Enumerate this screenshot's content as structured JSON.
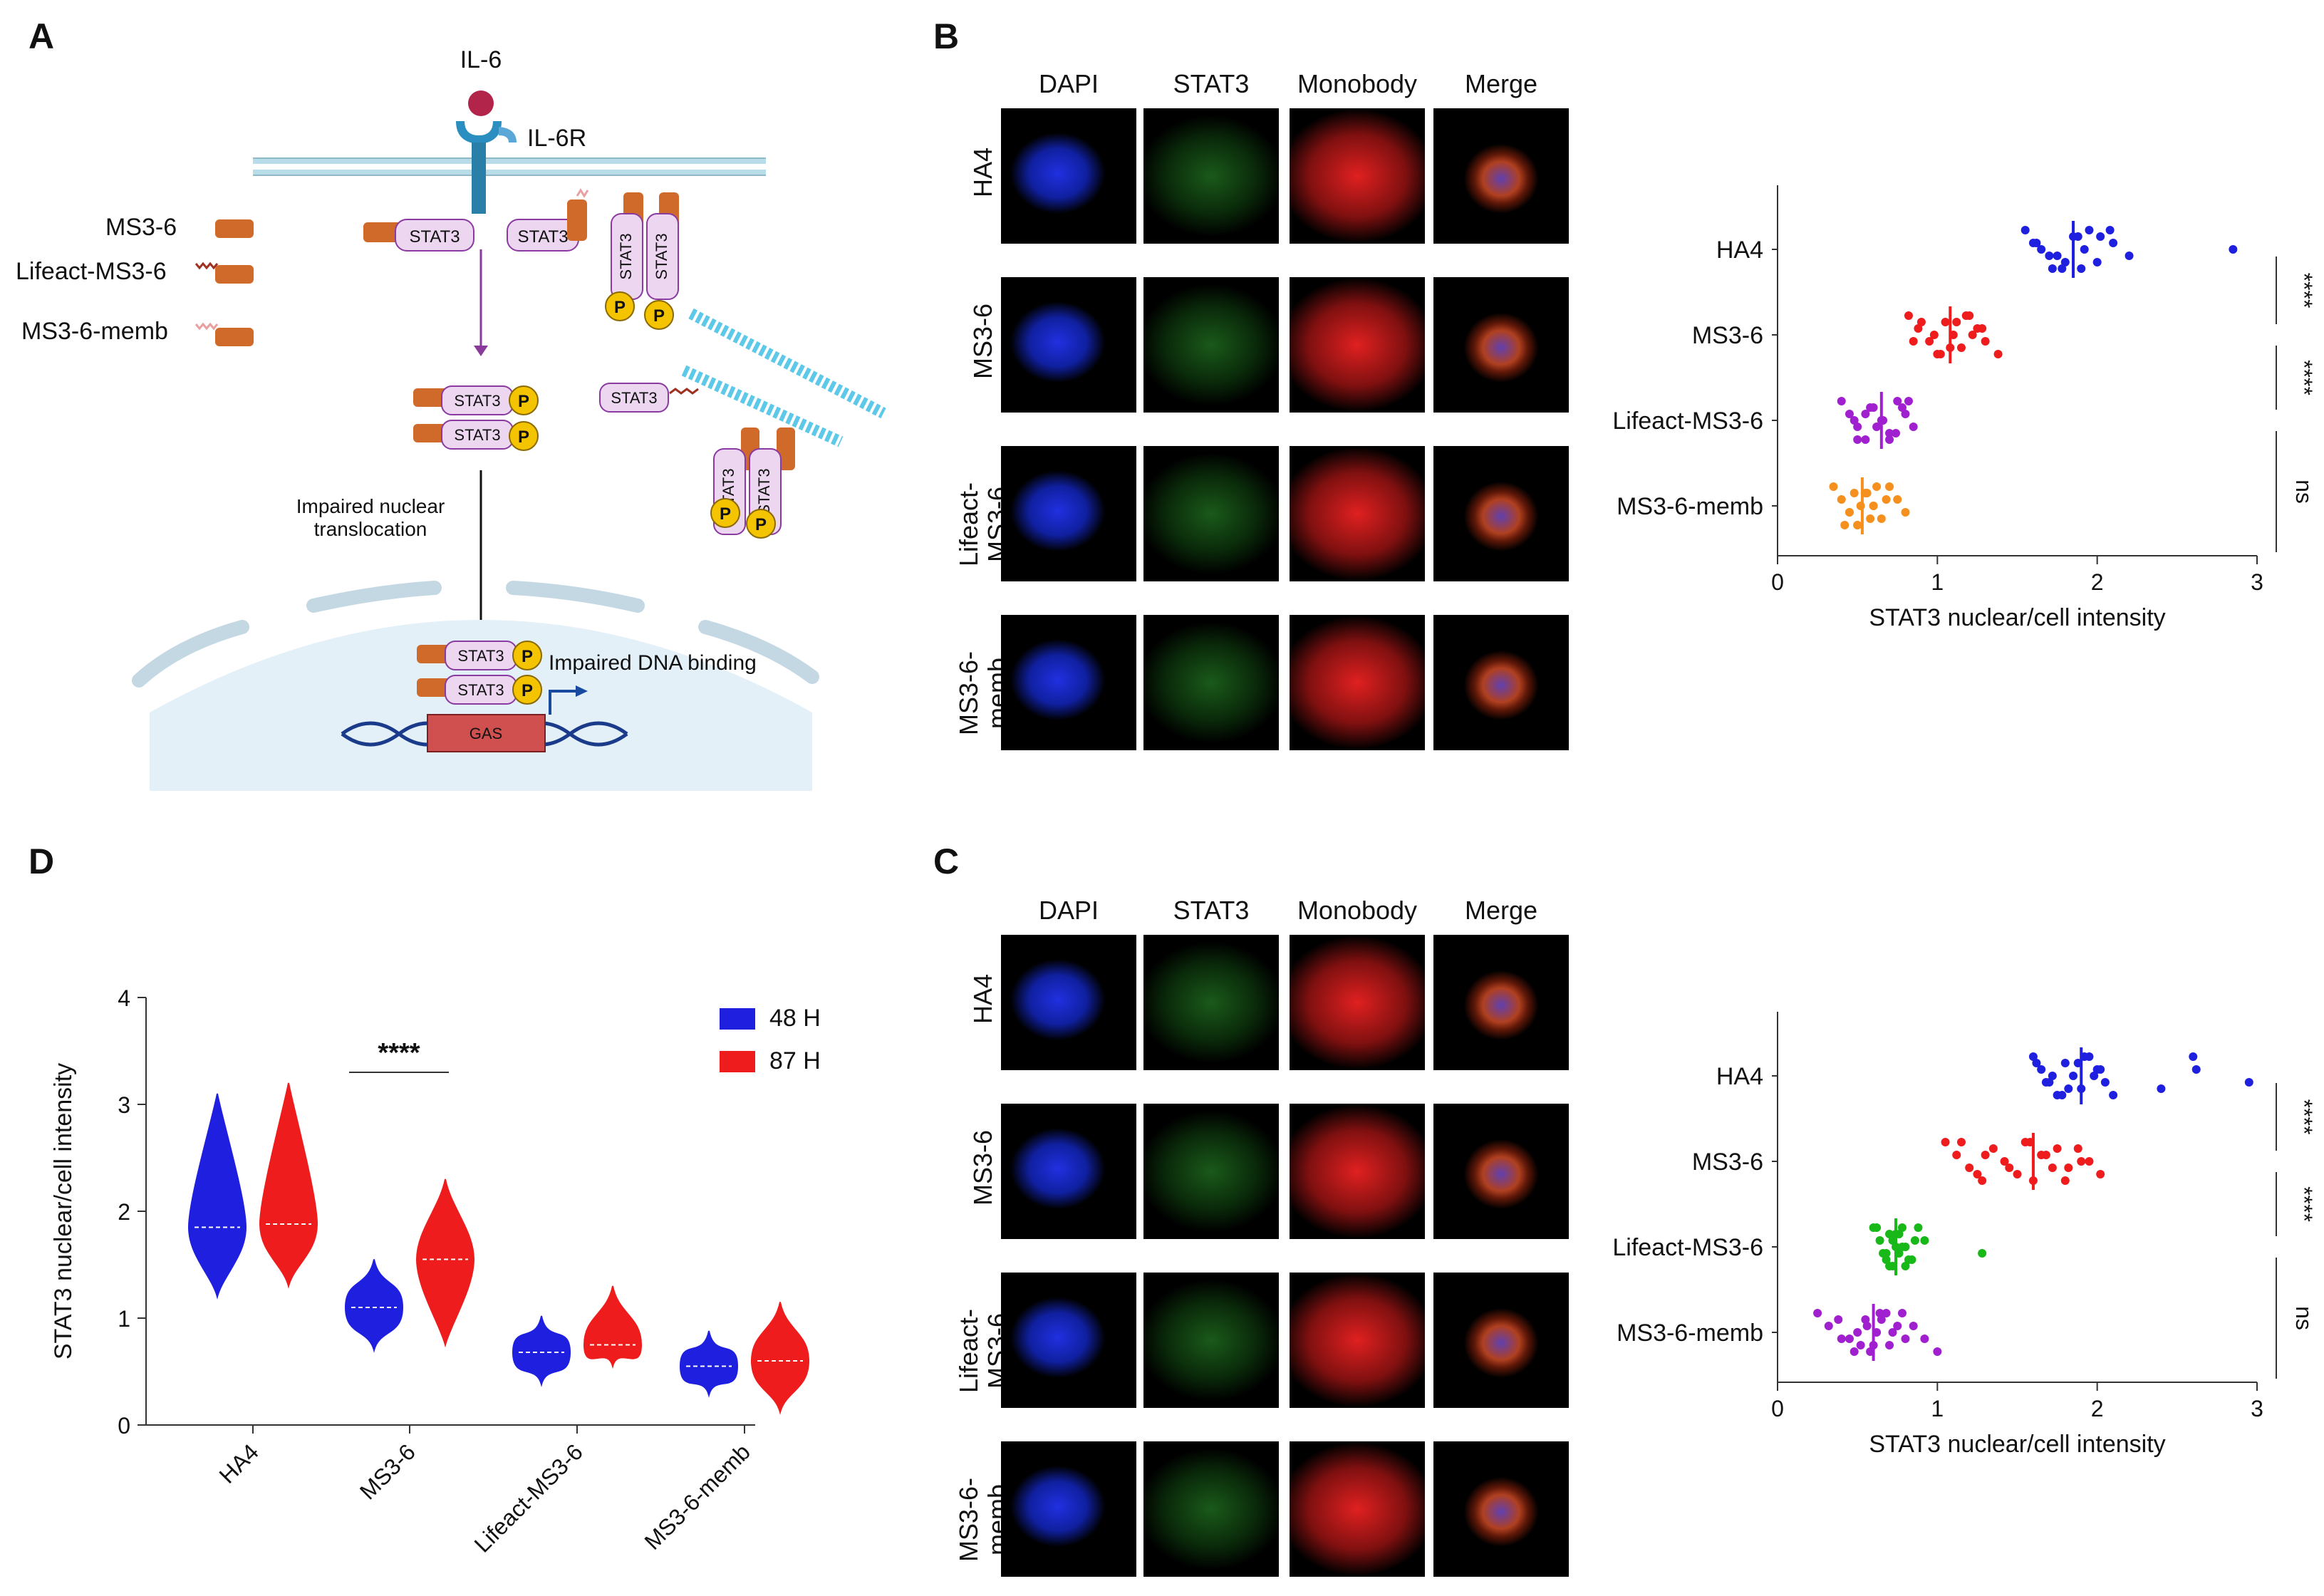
{
  "panels": {
    "A": "A",
    "B": "B",
    "C": "C",
    "D": "D"
  },
  "diagram_a": {
    "ligand": "IL-6",
    "receptor": "IL-6R",
    "legend": [
      "MS3-6",
      "Lifeact-MS3-6",
      "MS3-6-memb"
    ],
    "stat3": "STAT3",
    "phospho": "P",
    "impaired_translocation": "Impaired nuclear\ntranslocation",
    "impaired_dna": "Impaired DNA binding",
    "gas": "GAS"
  },
  "micrographs": {
    "channels": [
      "DAPI",
      "STAT3",
      "Monobody",
      "Merge"
    ],
    "rows_b": [
      "HA4",
      "MS3-6",
      "Lifeact-\nMS3-6",
      "MS3-6-\nmemb"
    ],
    "rows_c": [
      "HA4",
      "MS3-6",
      "Lifeact-\nMS3-6",
      "MS3-6-\nmemb"
    ]
  },
  "colors": {
    "HA4": "#1f1fe0",
    "MS3-6": "#ee1c1c",
    "Lifeact-MS3-6_B": "#a020d0",
    "MS3-6-memb_B": "#f5901e",
    "Lifeact-MS3-6_C": "#18b818",
    "MS3-6-memb_C": "#a020d0",
    "48H": "#1f1fe0",
    "87H": "#ee1c1c"
  },
  "chart_data": [
    {
      "id": "B_scatter",
      "type": "scatter",
      "xlabel": "STAT3 nuclear/cell intensity",
      "xlim": [
        0,
        3
      ],
      "xticks": [
        "0",
        "1",
        "2",
        "3"
      ],
      "categories": [
        "HA4",
        "MS3-6",
        "Lifeact-MS3-6",
        "MS3-6-memb"
      ],
      "series": [
        {
          "values": [
            1.55,
            1.62,
            1.7,
            1.78,
            1.85,
            1.92,
            2.0,
            2.08,
            1.6,
            1.75,
            1.9,
            2.02,
            1.65,
            1.8,
            1.95,
            2.1,
            2.2,
            1.72,
            1.88,
            2.85
          ],
          "median": 1.85
        },
        {
          "values": [
            0.82,
            0.88,
            0.95,
            1.0,
            1.05,
            1.1,
            1.15,
            1.2,
            1.25,
            1.3,
            1.38,
            0.9,
            0.98,
            1.08,
            1.18,
            1.28,
            0.85,
            1.02,
            1.12,
            1.22
          ],
          "median": 1.08
        },
        {
          "values": [
            0.4,
            0.45,
            0.5,
            0.55,
            0.6,
            0.65,
            0.7,
            0.75,
            0.8,
            0.85,
            0.5,
            0.58,
            0.66,
            0.74,
            0.82,
            0.55,
            0.62,
            0.7,
            0.78,
            0.48
          ],
          "median": 0.65
        },
        {
          "values": [
            0.35,
            0.4,
            0.45,
            0.5,
            0.55,
            0.6,
            0.65,
            0.7,
            0.75,
            0.8,
            0.42,
            0.48,
            0.52,
            0.58,
            0.62,
            0.68,
            0.45,
            0.5,
            0.56,
            0.6
          ],
          "median": 0.53
        }
      ],
      "significance": [
        "****",
        "****",
        "ns"
      ]
    },
    {
      "id": "C_scatter",
      "type": "scatter",
      "xlabel": "STAT3 nuclear/cell intensity",
      "xlim": [
        0,
        3
      ],
      "xticks": [
        "0",
        "1",
        "2",
        "3"
      ],
      "categories": [
        "HA4",
        "MS3-6",
        "Lifeact-MS3-6",
        "MS3-6-memb"
      ],
      "series": [
        {
          "values": [
            1.6,
            1.65,
            1.7,
            1.75,
            1.8,
            1.85,
            1.9,
            1.95,
            2.0,
            2.05,
            2.1,
            1.62,
            1.72,
            1.82,
            1.92,
            2.02,
            1.68,
            1.78,
            1.88,
            1.98,
            2.4,
            2.6,
            2.62,
            2.95
          ],
          "median": 1.9
        },
        {
          "values": [
            1.05,
            1.12,
            1.2,
            1.28,
            1.35,
            1.42,
            1.5,
            1.58,
            1.65,
            1.72,
            1.8,
            1.88,
            1.95,
            2.02,
            1.15,
            1.3,
            1.45,
            1.6,
            1.75,
            1.9,
            1.25,
            1.55,
            1.68,
            1.82
          ],
          "median": 1.6
        },
        {
          "values": [
            0.6,
            0.64,
            0.68,
            0.72,
            0.76,
            0.8,
            0.84,
            0.88,
            0.92,
            0.66,
            0.7,
            0.74,
            0.78,
            0.82,
            0.62,
            0.72,
            0.76,
            0.8,
            0.7,
            0.74,
            0.68,
            0.78,
            0.86,
            1.28
          ],
          "median": 0.74
        },
        {
          "values": [
            0.25,
            0.32,
            0.4,
            0.48,
            0.55,
            0.62,
            0.7,
            0.78,
            0.85,
            0.92,
            1.0,
            0.38,
            0.5,
            0.6,
            0.68,
            0.75,
            0.45,
            0.58,
            0.65,
            0.72,
            0.52,
            0.64,
            0.56,
            0.8
          ],
          "median": 0.6
        }
      ],
      "significance": [
        "****",
        "****",
        "ns"
      ]
    },
    {
      "id": "D_violin",
      "type": "violin",
      "ylabel": "STAT3 nuclear/cell intensity",
      "ylim": [
        0,
        4
      ],
      "yticks": [
        "0",
        "1",
        "2",
        "3",
        "4"
      ],
      "categories": [
        "HA4",
        "MS3-6",
        "Lifeact-MS3-6",
        "MS3-6-memb"
      ],
      "series": [
        {
          "name": "48 H",
          "min": [
            1.2,
            0.7,
            0.38,
            0.28
          ],
          "max": [
            3.1,
            1.55,
            1.02,
            0.88
          ],
          "median": [
            1.85,
            1.1,
            0.68,
            0.55
          ]
        },
        {
          "name": "87 H",
          "min": [
            1.3,
            0.75,
            0.55,
            0.12
          ],
          "max": [
            3.2,
            2.3,
            1.3,
            1.15
          ],
          "median": [
            1.88,
            1.55,
            0.75,
            0.6
          ]
        }
      ],
      "significance": "****"
    }
  ]
}
